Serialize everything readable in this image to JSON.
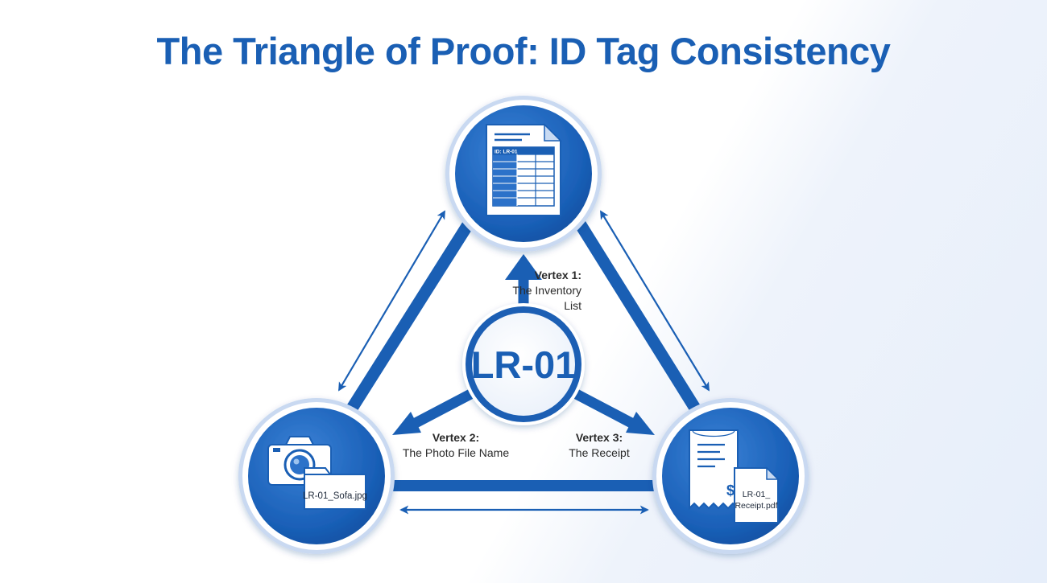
{
  "title": "The Triangle of Proof: ID Tag Consistency",
  "center": {
    "id": "LR-01"
  },
  "vertices": {
    "inventory": {
      "line1": "Vertex 1:",
      "line2": "The Inventory",
      "line3": "List",
      "sheet_header": "ID: LR-01"
    },
    "photo": {
      "line1": "Vertex 2:",
      "line2": "The Photo File Name",
      "file_label": "LR-01_Sofa.jpg"
    },
    "receipt": {
      "line1": "Vertex 3:",
      "line2": "The Receipt",
      "file_line1": "LR-01_",
      "file_line2": "Receipt.pdf",
      "currency_symbol": "$"
    }
  },
  "colors": {
    "primary": "#1a5fb4",
    "primary_dark": "#0e4e9c",
    "ring": "#ffffff",
    "halo": "#c9d9f1",
    "label": "#2b2b2b"
  }
}
